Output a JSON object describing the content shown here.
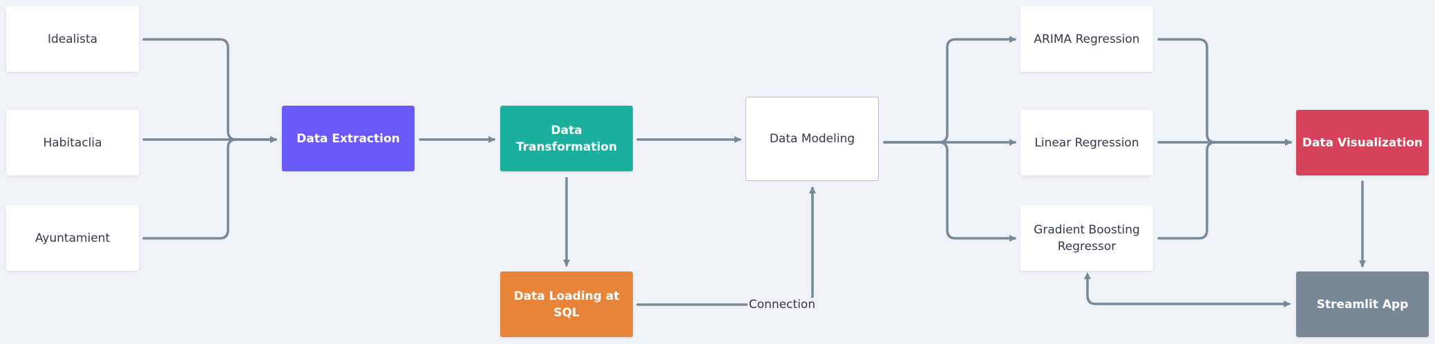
{
  "colors": {
    "edge": "#788896",
    "data_extraction": "#6a5af9",
    "data_transformation": "#1bb09e",
    "data_loading": "#e8843a",
    "data_visualization": "#d64259",
    "streamlit_app": "#788896"
  },
  "nodes": {
    "idealista": "Idealista",
    "habitaclia": "Habitaclia",
    "ayuntamient": "Ayuntamient",
    "data_extraction": "Data Extraction",
    "data_transformation": "Data Transformation",
    "data_loading": "Data Loading at SQL",
    "data_modeling": "Data Modeling",
    "arima": "ARIMA Regression",
    "linear": "Linear Regression",
    "gradient": "Gradient Boosting\nRegressor",
    "data_visualization": "Data Visualization",
    "streamlit": "Streamlit App"
  },
  "edges": {
    "connection_label": "Connection"
  }
}
